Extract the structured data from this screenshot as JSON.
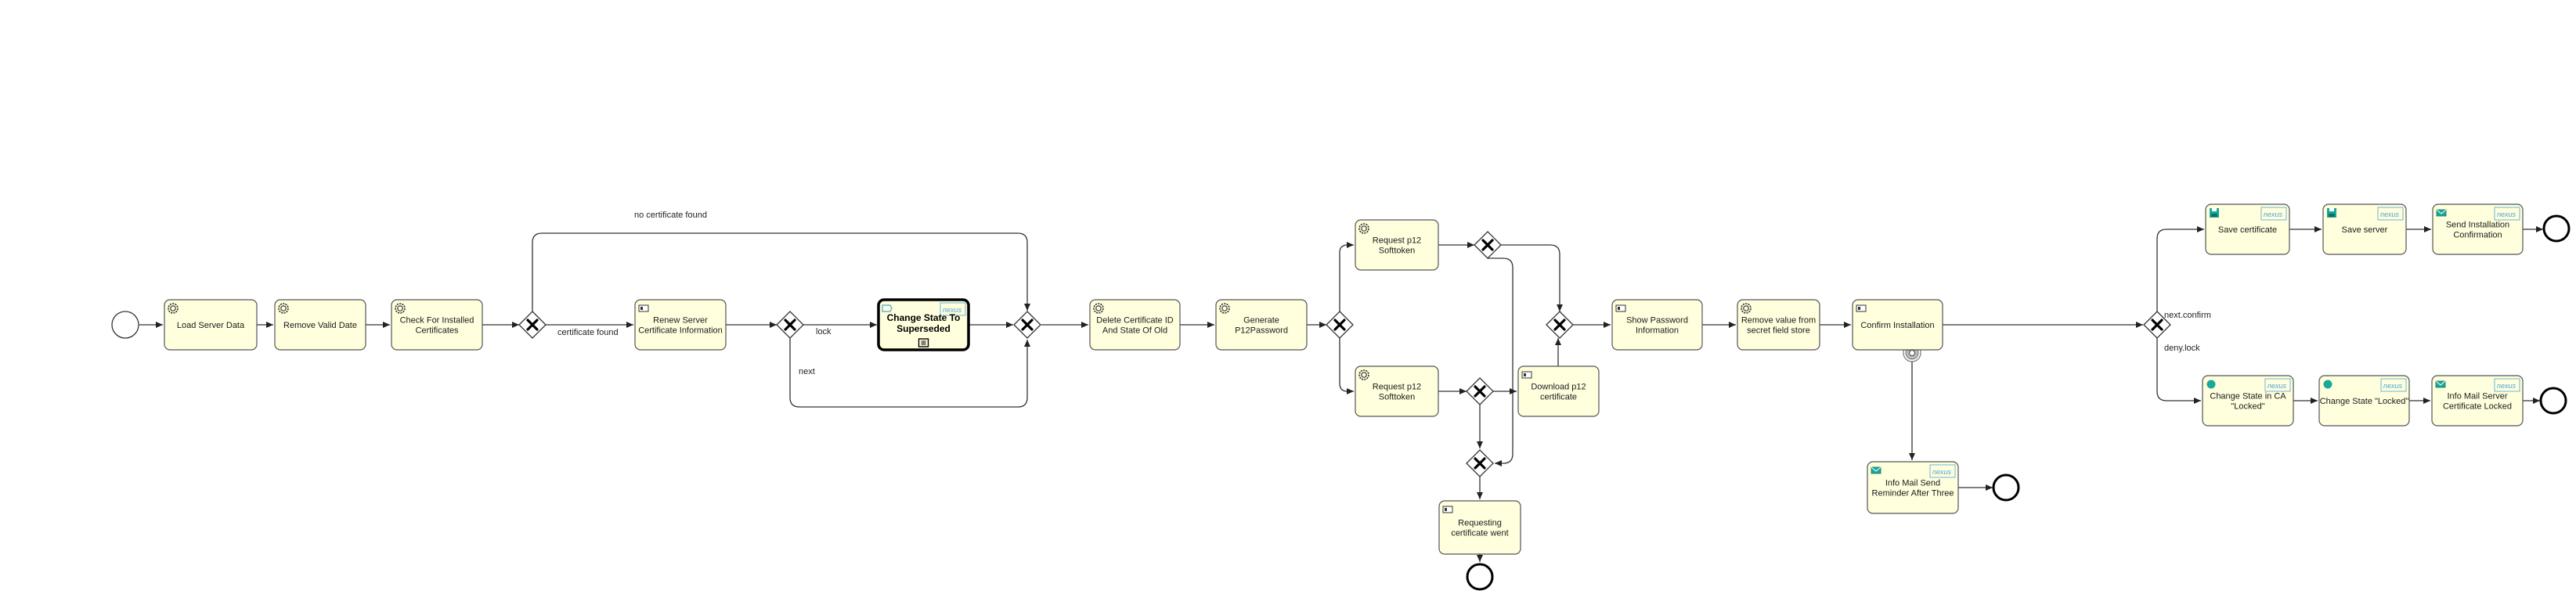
{
  "tasks": [
    {
      "id": "t1",
      "lines": [
        "Load Server Data"
      ],
      "icon": "gear-icon"
    },
    {
      "id": "t2",
      "lines": [
        "Remove Valid Date"
      ],
      "icon": "gear-icon"
    },
    {
      "id": "t3",
      "lines": [
        "Check For Installed",
        "Certificates"
      ],
      "icon": "gear-icon"
    },
    {
      "id": "t4",
      "lines": [
        "Renew Server",
        "Certificate Information"
      ],
      "icon": "user-form-icon"
    },
    {
      "id": "t5",
      "lines": [
        "Change State To",
        "Superseded"
      ],
      "icon": "call-activity-icon",
      "logo": "nexus"
    },
    {
      "id": "t6",
      "lines": [
        "Delete Certificate ID",
        "And State Of Old"
      ],
      "icon": "gear-icon"
    },
    {
      "id": "t7",
      "lines": [
        "Generate",
        "P12Password"
      ],
      "icon": "gear-icon"
    },
    {
      "id": "t8",
      "lines": [
        "Request p12",
        "Softtoken"
      ],
      "icon": "gear-icon"
    },
    {
      "id": "t9",
      "lines": [
        "Request p12",
        "Softtoken"
      ],
      "icon": "gear-icon"
    },
    {
      "id": "t10",
      "lines": [
        "Download p12",
        "certificate"
      ],
      "icon": "user-form-icon"
    },
    {
      "id": "t11",
      "lines": [
        "Requesting",
        "certificate went"
      ],
      "icon": "user-form-icon"
    },
    {
      "id": "t12",
      "lines": [
        "Show Password",
        "Information"
      ],
      "icon": "user-form-icon"
    },
    {
      "id": "t13",
      "lines": [
        "Remove value from",
        "secret field store"
      ],
      "icon": "gear-icon"
    },
    {
      "id": "t14",
      "lines": [
        "Confirm Installation"
      ],
      "icon": "user-form-icon"
    },
    {
      "id": "t15",
      "lines": [
        "Info Mail Send",
        "Reminder After Three"
      ],
      "icon": "mail-icon",
      "logo": "nexus"
    },
    {
      "id": "t16",
      "lines": [
        "Save certificate"
      ],
      "icon": "save-icon",
      "logo": "nexus"
    },
    {
      "id": "t17",
      "lines": [
        "Save server"
      ],
      "icon": "save-icon",
      "logo": "nexus"
    },
    {
      "id": "t18",
      "lines": [
        "Send Installation",
        "Confirmation"
      ],
      "icon": "mail-icon",
      "logo": "nexus"
    },
    {
      "id": "t19",
      "lines": [
        "Change State in CA",
        "\"Locked\""
      ],
      "icon": "dot-icon",
      "logo": "nexus"
    },
    {
      "id": "t20",
      "lines": [
        "Change State \"Locked\""
      ],
      "icon": "dot-icon",
      "logo": "nexus"
    },
    {
      "id": "t21",
      "lines": [
        "Info Mail Server",
        "Certificate Locked"
      ],
      "icon": "mail-icon",
      "logo": "nexus"
    }
  ],
  "edge_labels": [
    {
      "id": "l1",
      "text": "no certificate found"
    },
    {
      "id": "l2",
      "text": "certificate found"
    },
    {
      "id": "l3",
      "text": "lock"
    },
    {
      "id": "l4",
      "text": "next"
    },
    {
      "id": "l5",
      "text": "next.confirm"
    },
    {
      "id": "l6",
      "text": "deny.lock"
    }
  ],
  "logo_text": "nexus",
  "colors": {
    "task_fill": "#ffffde",
    "task_stroke": "#555555",
    "edge": "#333333",
    "logo": "#4aa3d6"
  }
}
